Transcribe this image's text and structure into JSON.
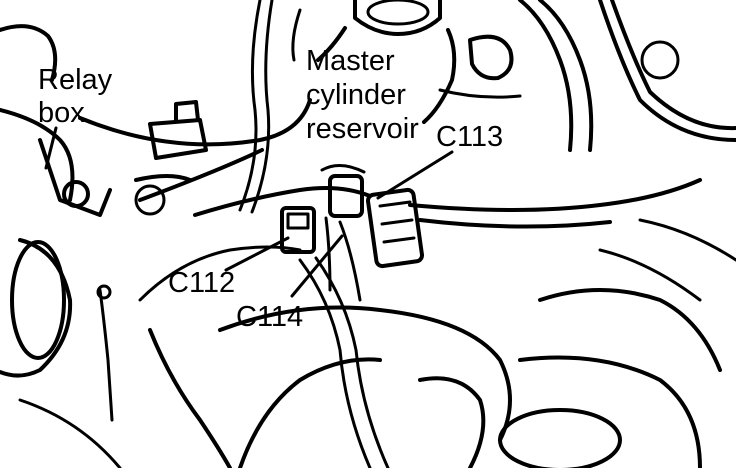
{
  "callouts": {
    "relay_box_line1": "Relay",
    "relay_box_line2": "box",
    "master_line1": "Master",
    "master_line2": "cylinder",
    "master_line3": "reservoir",
    "c113": "C113",
    "c112": "C112",
    "c114": "C114"
  },
  "colors": {
    "ink": "#000000",
    "paper": "#ffffff"
  }
}
